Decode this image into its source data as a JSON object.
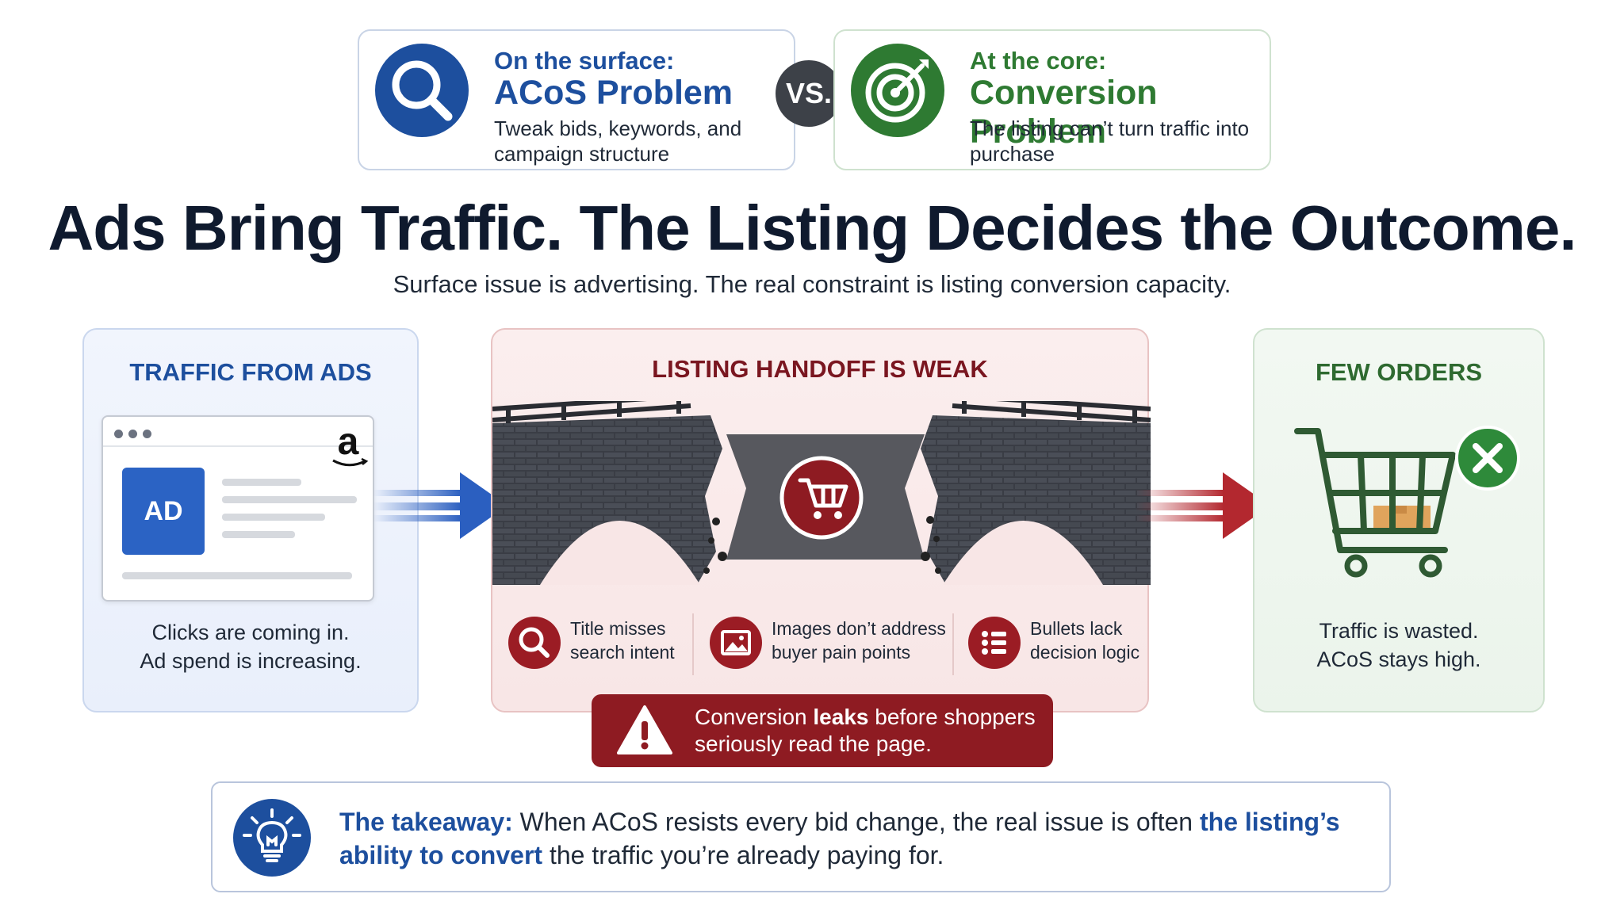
{
  "surface": {
    "kicker": "On the surface:",
    "title": "ACoS Problem",
    "desc": "Tweak bids, keywords, and campaign structure",
    "icon": "magnifier-icon",
    "color": "#1d4f9e"
  },
  "vs": "VS.",
  "core": {
    "kicker": "At the core:",
    "title": "Conversion Problem",
    "desc": "The listing can’t turn traffic into purchase",
    "icon": "target-icon",
    "color": "#2e7a32"
  },
  "headline": "Ads Bring Traffic. The Listing Decides the Outcome.",
  "subhead": "Surface issue is advertising. The real constraint is listing conversion capacity.",
  "traffic": {
    "title": "TRAFFIC FROM ADS",
    "ad_label": "AD",
    "caption_line1": "Clicks are coming in.",
    "caption_line2": "Ad spend is increasing.",
    "logo": "a"
  },
  "listing": {
    "title": "LISTING HANDOFF IS WEAK",
    "issues": [
      {
        "icon": "search-icon",
        "line1": "Title misses",
        "line2": "search intent"
      },
      {
        "icon": "image-icon",
        "line1": "Images don’t address",
        "line2": "buyer pain points"
      },
      {
        "icon": "list-icon",
        "line1": "Bullets lack",
        "line2": "decision logic"
      }
    ],
    "warning_pre": "Conversion ",
    "warning_bold": "leaks",
    "warning_post": " before shoppers seriously read the page."
  },
  "orders": {
    "title": "FEW ORDERS",
    "caption_line1": "Traffic is wasted.",
    "caption_line2": "ACoS stays high."
  },
  "takeaway": {
    "label": "The takeaway:",
    "text_pre": " When ACoS resists every bid change, the real issue is often ",
    "highlight": "the listing’s ability to convert",
    "text_post": " the traffic you’re already paying for."
  },
  "colors": {
    "blue": "#1d4f9e",
    "green": "#2e7a32",
    "red": "#8e1b22"
  }
}
